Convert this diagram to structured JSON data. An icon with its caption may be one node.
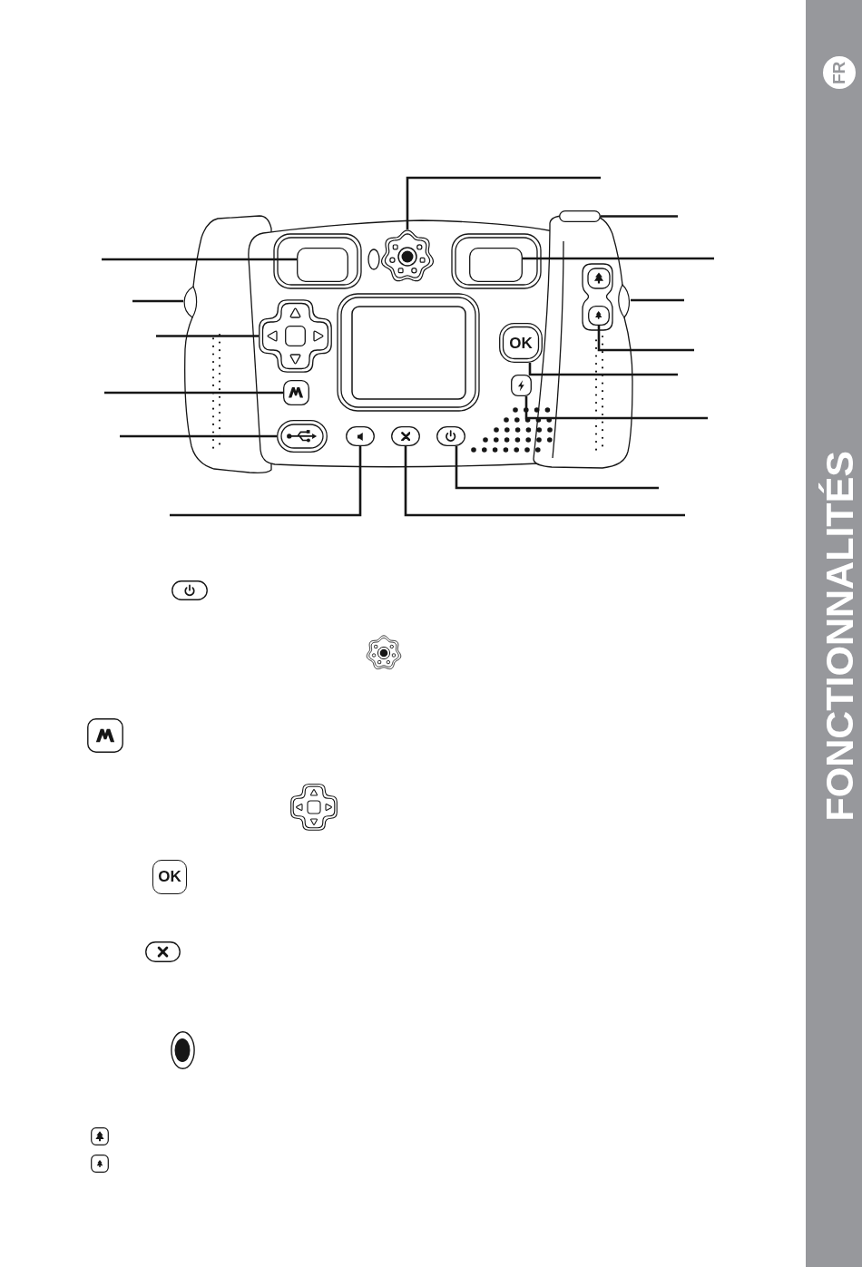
{
  "diagram": {
    "nodes": [
      {
        "text": [],
        "shape": "picture"
      },
      {
        "text": [],
        "shape": "box"
      },
      {
        "text": [],
        "shape": "box"
      },
      {
        "text": [],
        "shape": "box"
      },
      {
        "text": [],
        "shape": "picture"
      },
      {
        "text": [],
        "shape": "picture"
      },
      {
        "text": [],
        "shape": "cross"
      },
      {
        "text": [],
        "shape": "box"
      },
      {
        "text": [
          "OK"
        ]
      },
      {
        "text": [],
        "shape": "box"
      },
      {
        "text": [],
        "shape": "box"
      },
      {
        "text": [],
        "shape": "box"
      },
      {
        "text": [],
        "shape": "box"
      },
      {
        "text": [],
        "shape": "box"
      },
      {
        "text": [],
        "shape": "box"
      }
    ],
    "edges": [
      {
        "from": null,
        "to": 0,
        "arrow": "none"
      },
      {
        "from": null,
        "to": 1,
        "arrow": "none"
      },
      {
        "from": null,
        "to": 2,
        "arrow": "none"
      },
      {
        "from": null,
        "to": 3,
        "arrow": "none"
      },
      {
        "from": null,
        "to": 4,
        "arrow": "none"
      },
      {
        "from": null,
        "to": 5,
        "arrow": "none"
      },
      {
        "from": null,
        "to": 6,
        "arrow": "none"
      },
      {
        "from": null,
        "to": 7,
        "arrow": "none"
      },
      {
        "from": null,
        "to": 8,
        "arrow": "none"
      },
      {
        "from": null,
        "to": 9,
        "arrow": "none"
      },
      {
        "from": null,
        "to": 10,
        "arrow": "none"
      },
      {
        "from": null,
        "to": 11,
        "arrow": "none"
      },
      {
        "from": null,
        "to": 12,
        "arrow": "none"
      },
      {
        "from": null,
        "to": 13,
        "arrow": "none"
      },
      {
        "from": null,
        "to": 14,
        "arrow": "none"
      }
    ],
    "labels": [
      "FR",
      "FONCTIONNALITÉS",
      "OK"
    ]
  }
}
